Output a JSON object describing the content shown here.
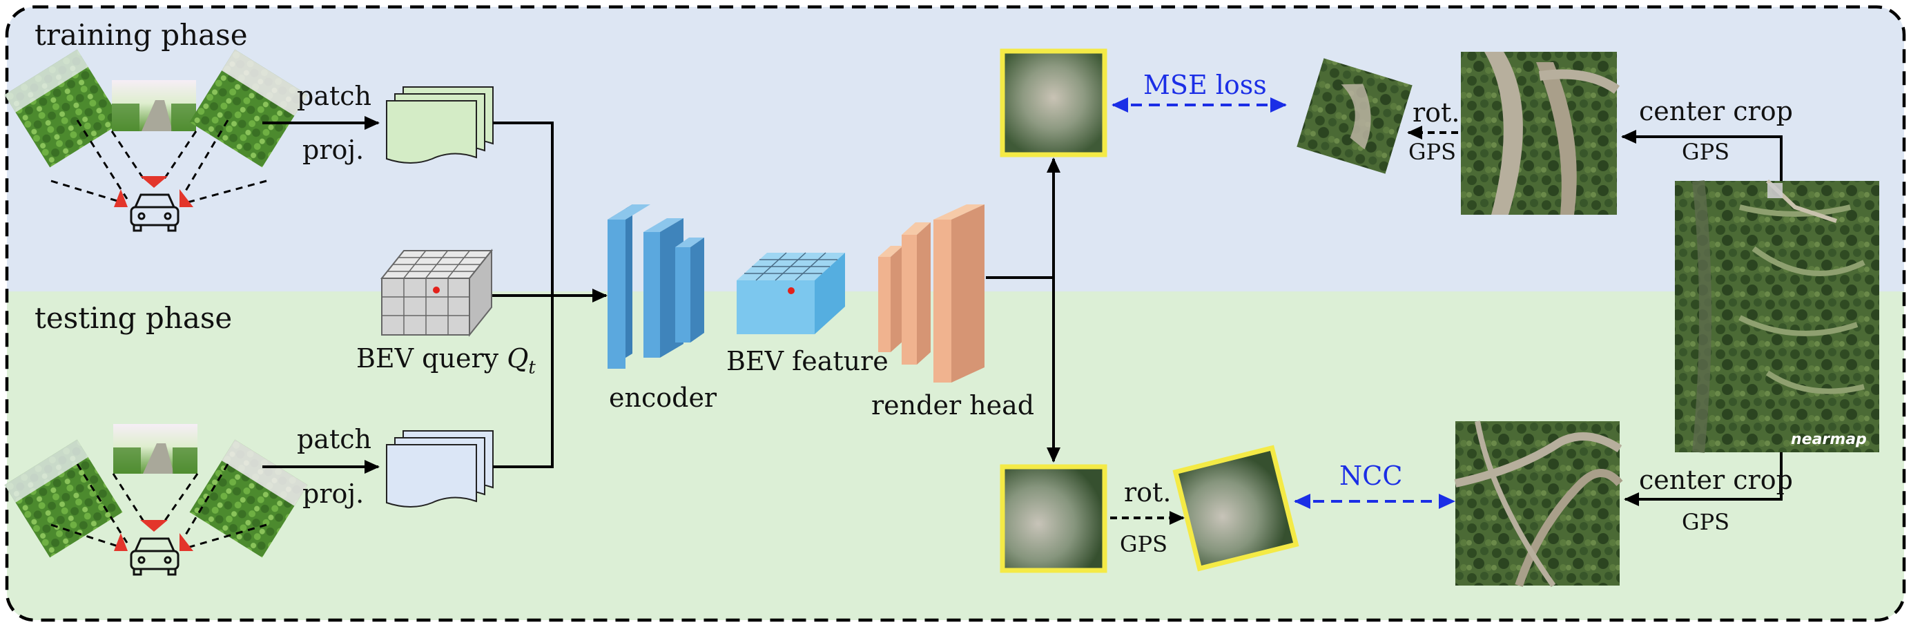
{
  "phases": {
    "training": "training phase",
    "testing": "testing phase"
  },
  "labels": {
    "patch_top": "patch",
    "proj_top": "proj.",
    "patch_bottom": "patch",
    "proj_bottom": "proj.",
    "bev_query": "BEV query",
    "bev_query_symbol": "Q",
    "bev_query_sub": "t",
    "encoder": "encoder",
    "bev_feature": "BEV feature",
    "render_head": "render head",
    "mse_loss": "MSE loss",
    "ncc": "NCC",
    "rot_top": "rot.",
    "gps_top": "GPS",
    "center_crop_top": "center crop",
    "gps_crop_top": "GPS",
    "rot_bottom": "rot.",
    "gps_bottom": "GPS",
    "center_crop_bottom": "center crop",
    "gps_crop_bottom": "GPS",
    "watermark": "nearmap"
  },
  "colors": {
    "training_bg": "#dde6f3",
    "testing_bg": "#dcefd6",
    "loss_arrow": "#1b2ee6",
    "render_yellow": "#f4ea46",
    "encoder_blue": "#4f9fd6",
    "render_orange": "#e5a884"
  }
}
